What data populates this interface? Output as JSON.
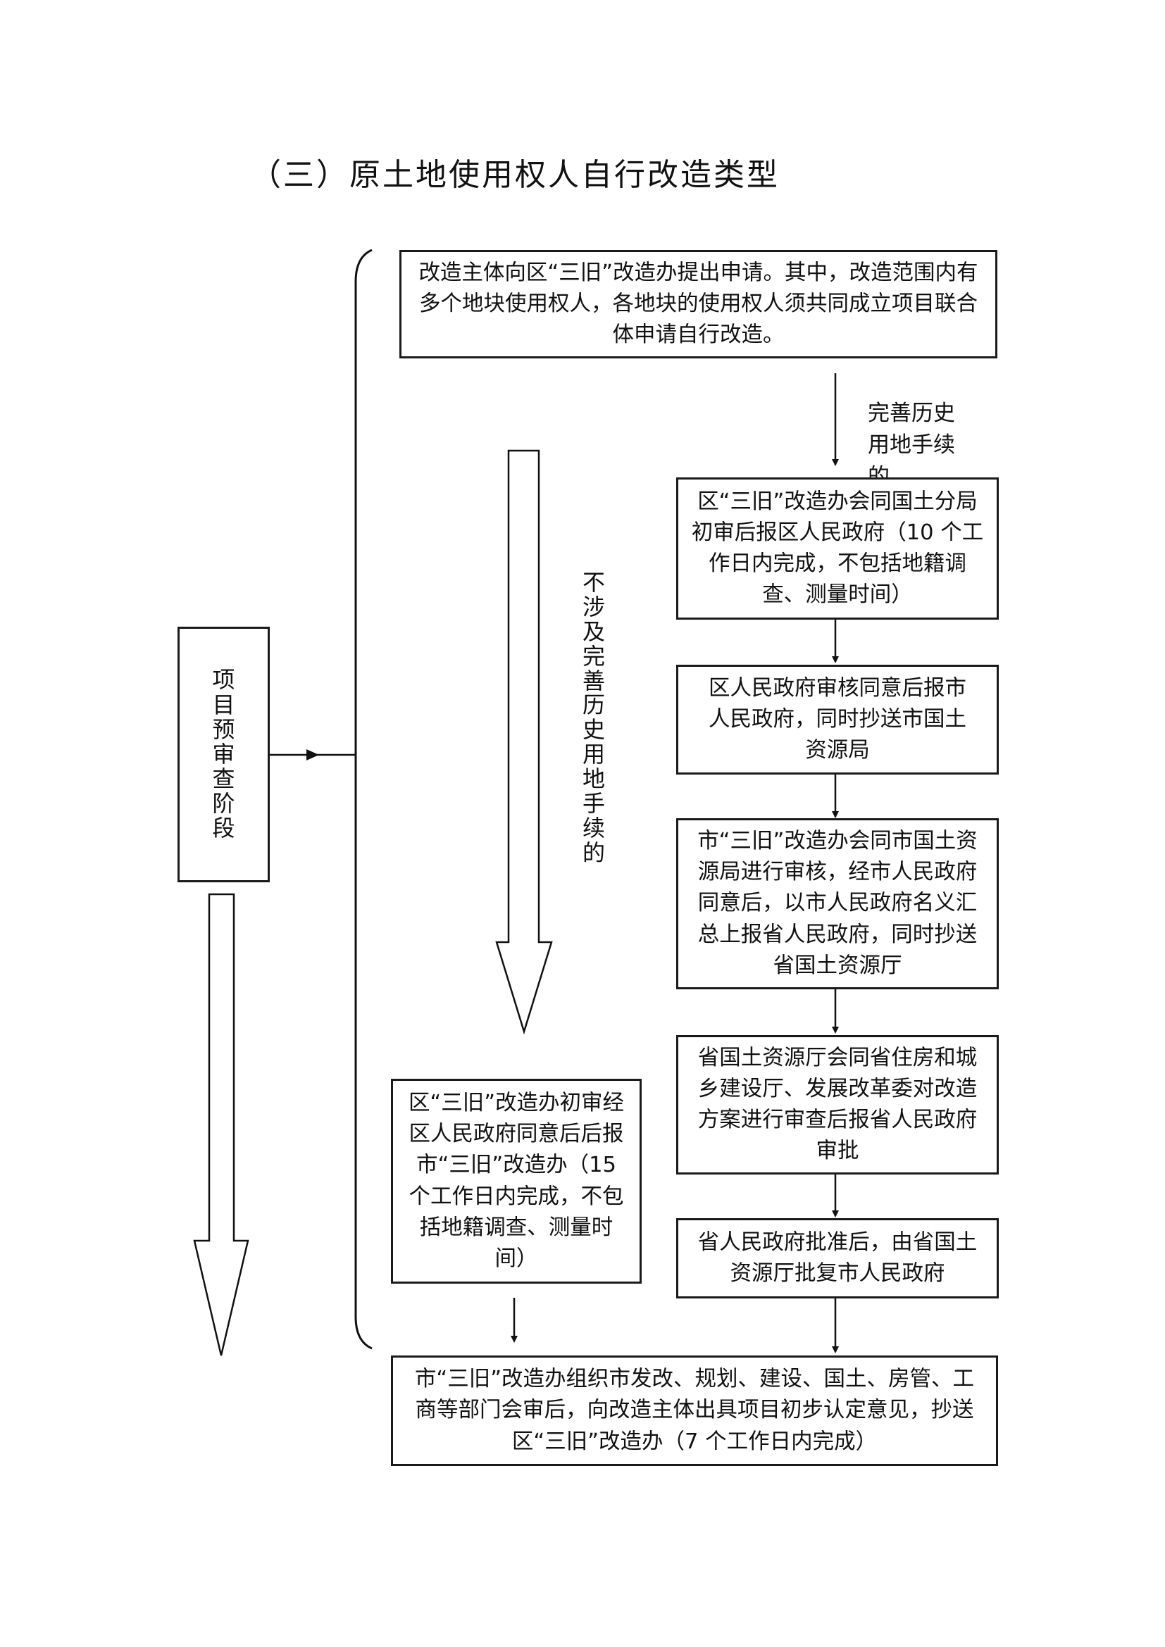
{
  "title": "（三）原土地使用权人自行改造类型",
  "stage_label": "项目预审查阶段",
  "path_label": "不涉及完善历史用地手续的",
  "branch_label": "完善历史用地手续的",
  "steps": {
    "apply": "改造主体向区“三旧”改造办提出申请。其中，改造范围内有多个地块使用权人，各地块的使用权人须共同成立项目联合体申请自行改造。",
    "district_review": "区“三旧”改造办会同国土分局初审后报区人民政府（10 个工作日内完成，不包括地籍调查、测量时间）",
    "district_gov": "区人民政府审核同意后报市人民政府，同时抄送市国土资源局",
    "city_review": "市“三旧”改造办会同市国土资源局进行审核，经市人民政府同意后，以市人民政府名义汇总上报省人民政府，同时抄送省国土资源厅",
    "province_review": "省国土资源厅会同省住房和城乡建设厅、发展改革委对改造方案进行审查后报省人民政府审批",
    "province_approve": "省人民政府批准后，由省国土资源厅批复市人民政府",
    "district_direct": "区“三旧”改造办初审经区人民政府同意后后报市“三旧”改造办（15 个工作日内完成，不包括地籍调查、测量时间）",
    "final": "市“三旧”改造办组织市发改、规划、建设、国土、房管、工商等部门会审后，向改造主体出具项目初步认定意见，抄送区“三旧”改造办（7 个工作日内完成）"
  }
}
